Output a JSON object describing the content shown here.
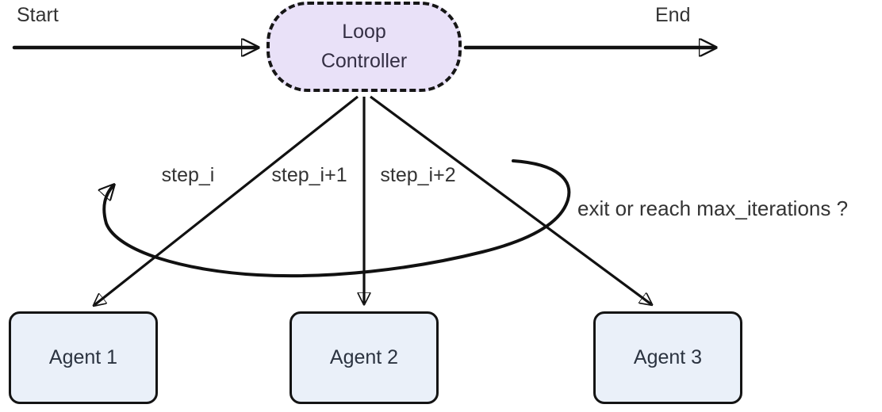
{
  "diagram_kind": "loop-controller-flowchart",
  "colors": {
    "background": "#ffffff",
    "line": "#111111",
    "label_text": "#333333",
    "controller_fill": "#e9e1f8",
    "controller_border": "#161616",
    "controller_text": "#342f44",
    "agent_fill": "#eaf0f9",
    "agent_border": "#141414",
    "agent_text": "#2b3340"
  },
  "nodes": {
    "start_label": "Start",
    "end_label": "End",
    "controller": {
      "label": "Loop Controller",
      "shape": "stadium-dashed"
    },
    "agents": [
      {
        "label": "Agent 1"
      },
      {
        "label": "Agent 2"
      },
      {
        "label": "Agent 3"
      }
    ]
  },
  "edges": {
    "step_labels": [
      "step_i",
      "step_i+1",
      "step_i+2"
    ],
    "loop_label": "exit or reach max_iterations ?"
  }
}
